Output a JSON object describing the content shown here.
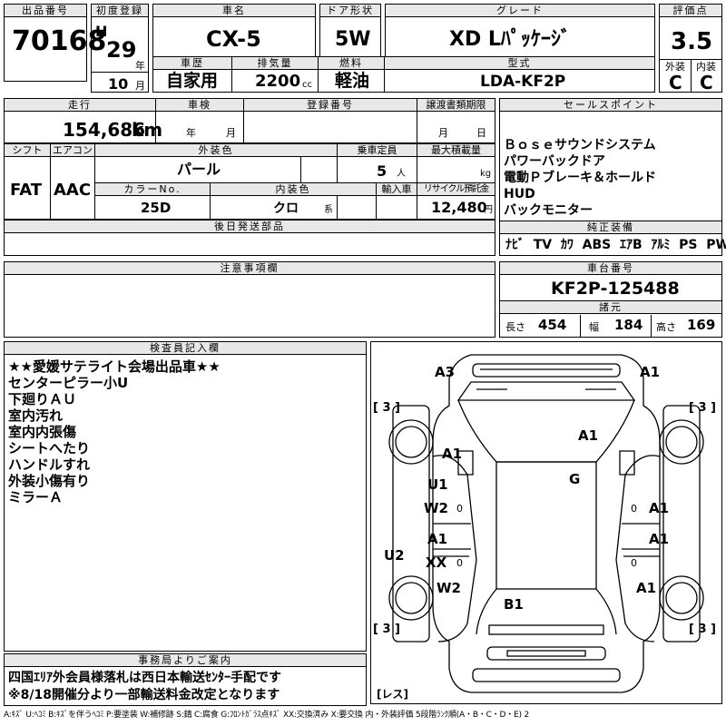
{
  "header": {
    "lot_label": "出品番号",
    "lot_no": "70168",
    "first_reg_label": "初度登録",
    "era": "H",
    "year": "29",
    "year_unit": "年",
    "month": "10",
    "month_unit": "月",
    "car_name_label": "車名",
    "car_name": "CX-5",
    "door_label": "ドア形状",
    "door": "5W",
    "grade_label": "グレード",
    "grade": "XD Lﾊﾟｯｹｰｼﾞ",
    "score_label": "評価点",
    "score": "3.5",
    "history_label": "車歴",
    "history": "自家用",
    "displacement_label": "排気量",
    "displacement": "2200",
    "displacement_unit": "cc",
    "fuel_label": "燃料",
    "fuel": "軽油",
    "model_label": "型式",
    "model": "LDA-KF2P",
    "exterior_label": "外装",
    "exterior": "C",
    "interior_label": "内装",
    "interior": "C"
  },
  "info": {
    "mileage_label": "走行",
    "mileage": "154,686",
    "mileage_unit": "km",
    "inspection_label": "車検",
    "year_unit": "年",
    "month_unit": "月",
    "plate_label": "登録番号",
    "transfer_label": "譲渡書類期限",
    "day_unit": "日",
    "shift_label": "シフト",
    "shift": "FAT",
    "aircon_label": "エアコン",
    "aircon": "AAC",
    "color_label": "外装色",
    "color": "パール",
    "capacity_label": "乗車定員",
    "capacity": "5",
    "capacity_unit": "人",
    "load_label": "最大積載量",
    "load_unit": "kg",
    "color_no_label": "カラーNo.",
    "color_no": "25D",
    "int_color_label": "内装色",
    "int_color": "クロ",
    "int_color_unit": "系",
    "import_label": "輸入車",
    "recycle_label": "リサイクル預託金",
    "recycle": "12,480",
    "recycle_unit": "円",
    "later_parts_label": "後日発送部品",
    "caution_label": "注意事項欄"
  },
  "sales": {
    "label": "セールスポイント",
    "items": [
      "Ｂｏｓｅサウンドシステム",
      "パワーバックドア",
      "電動Ｐブレーキ＆ホールド",
      "HUD",
      "バックモニター"
    ],
    "equip_label": "純正装備",
    "equip": [
      "ﾅﾋﾞ",
      "TV",
      "ｶﾜ",
      "ABS",
      "ｴｱB",
      "ｱﾙﾐ",
      "PS",
      "PW"
    ]
  },
  "chassis": {
    "label": "車台番号",
    "number": "KF2P-125488",
    "spec_label": "諸元",
    "length_label": "長さ",
    "length": "454",
    "width_label": "幅",
    "width": "184",
    "height_label": "高さ",
    "height": "169"
  },
  "inspector": {
    "label": "検査員記入欄",
    "notes": [
      "★★愛媛サテライト会場出品車★★",
      "センターピラー小U",
      "下廻りＡＵ",
      "室内汚れ",
      "室内内張傷",
      "シートへたり",
      "ハンドルすれ",
      "外装小傷有り",
      "ミラーＡ"
    ]
  },
  "diagram": {
    "marks": [
      "A3",
      "A1",
      "A1",
      "A1",
      "G",
      "U1",
      "W2",
      "A1",
      "A1",
      "XX",
      "A1",
      "U2",
      "W2",
      "B1",
      "A1"
    ],
    "side_marks": [
      "[ 3 ]",
      "[ 3 ]",
      "[ 3 ]",
      "[ 3 ]"
    ],
    "small_zero": "0",
    "less_label": "[レス]"
  },
  "office": {
    "label": "事務局よりご案内",
    "lines": [
      "四国ｴﾘｱ外会員様落札は西日本輸送ｾﾝﾀｰ手配です",
      "※8/18開催分より一部輸送料金改定となります"
    ]
  },
  "legend": "A:ｷｽﾞ U:ﾍｺﾐ B:ｷｽﾞを伴うﾍｺﾐ P:要塗装 W:補修跡 S:錆 C:腐食 G:ﾌﾛﾝﾄｶﾞﾗｽ点ｷｽﾞ XX:交換済み X:要交換 内・外装評価 5段階ﾗﾝｸ順(A・B・C・D・E) 2"
}
